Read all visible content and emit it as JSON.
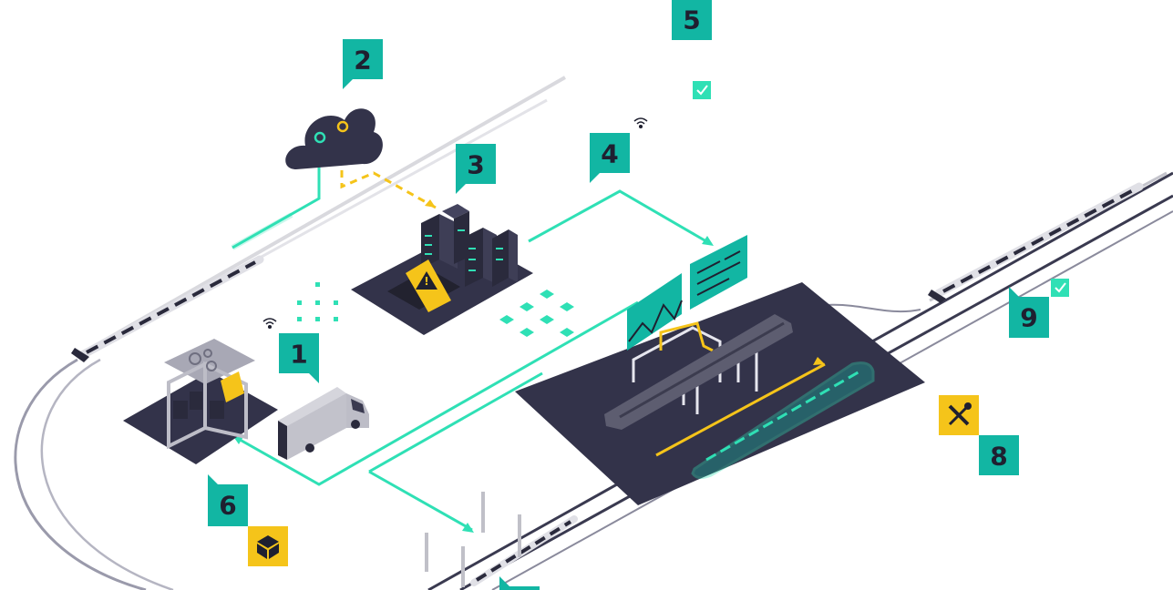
{
  "colors": {
    "teal": "#12b6a3",
    "mint": "#2fe0b5",
    "navy": "#33334a",
    "navy_dark": "#262639",
    "yellow": "#f5c41a",
    "rail_gray": "#7a7a8c",
    "light_gray": "#c9c9d1"
  },
  "markers": [
    {
      "id": "m1",
      "label": "1"
    },
    {
      "id": "m2",
      "label": "2"
    },
    {
      "id": "m3",
      "label": "3"
    },
    {
      "id": "m4",
      "label": "4"
    },
    {
      "id": "m5",
      "label": "5"
    },
    {
      "id": "m6",
      "label": "6"
    },
    {
      "id": "m8",
      "label": "8"
    },
    {
      "id": "m9",
      "label": "9"
    }
  ],
  "icons": {
    "warning": "warning-icon",
    "wifi": "wifi-icon",
    "check": "check-icon",
    "tools": "wrench-screwdriver-icon",
    "cube": "cube-icon"
  },
  "labels": {
    "warning_symbol": "!"
  }
}
